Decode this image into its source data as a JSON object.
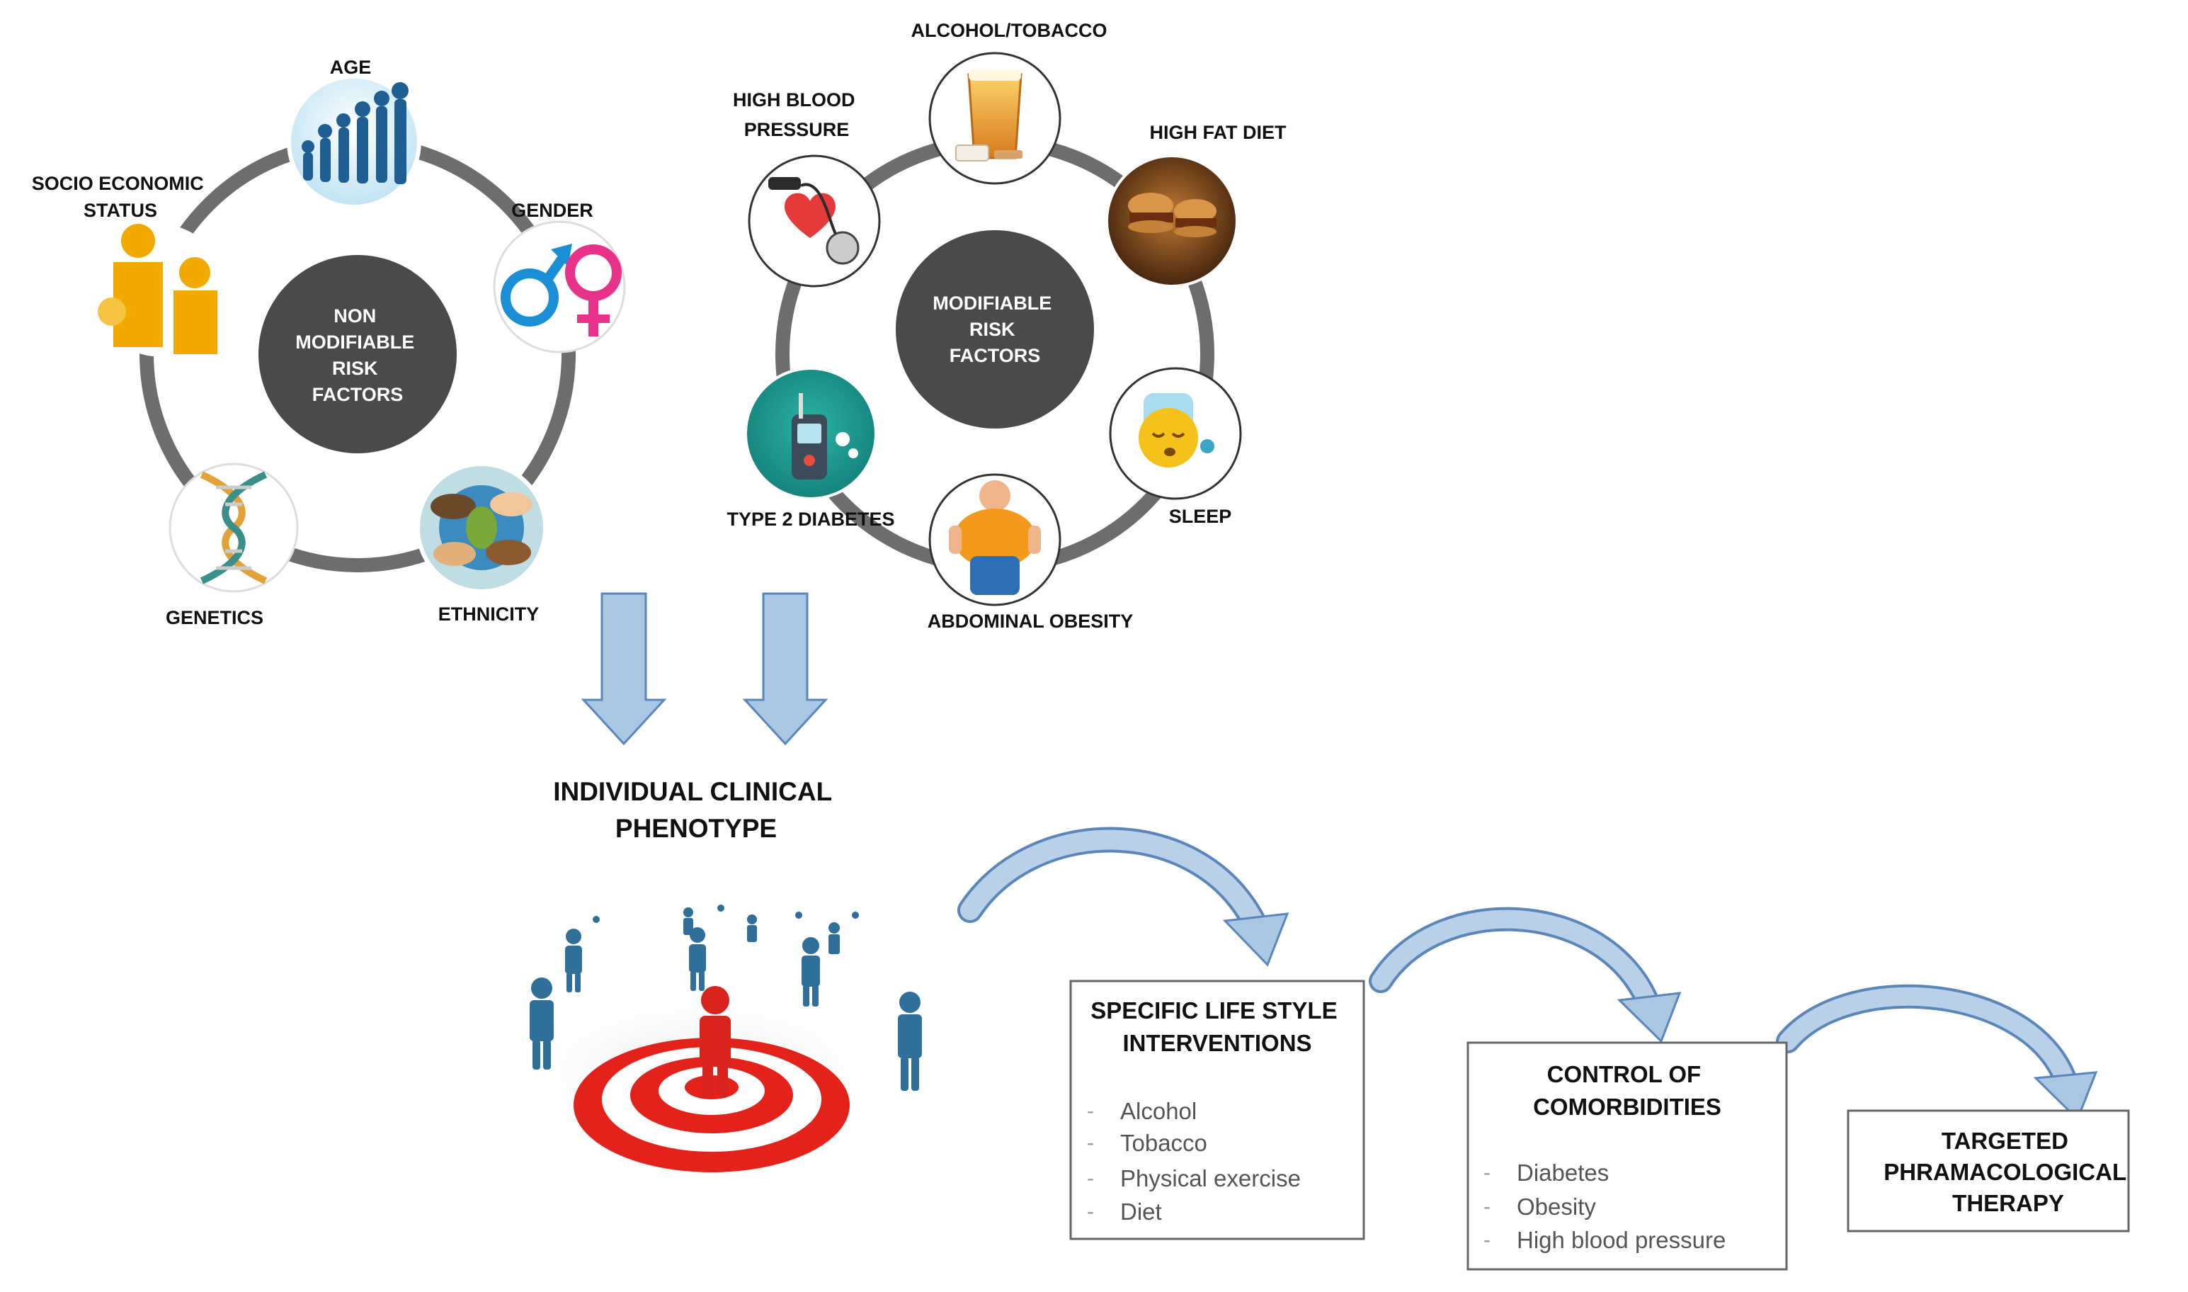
{
  "non_modifiable": {
    "hub": [
      "NON",
      "MODIFIABLE",
      "RISK",
      "FACTORS"
    ],
    "age": "AGE",
    "gender": "GENDER",
    "ethnicity": "ETHNICITY",
    "genetics": "GENETICS",
    "socio_line1": "SOCIO ECONOMIC",
    "socio_line2": "STATUS"
  },
  "modifiable": {
    "hub": [
      "MODIFIABLE",
      "RISK",
      "FACTORS"
    ],
    "alcohol_tobacco": "ALCOHOL/TOBACCO",
    "high_fat_diet": "HIGH FAT DIET",
    "sleep": "SLEEP",
    "abdominal_obesity": "ABDOMINAL OBESITY",
    "type2_diabetes": "TYPE 2 DIABETES",
    "hbp_line1": "HIGH BLOOD",
    "hbp_line2": "PRESSURE"
  },
  "phenotype": {
    "title_line1": "INDIVIDUAL CLINICAL",
    "title_line2": "PHENOTYPE"
  },
  "lifestyle_box": {
    "title_line1": "SPECIFIC LIFE STYLE",
    "title_line2": "INTERVENTIONS",
    "items": [
      "Alcohol",
      "Tobacco",
      "Physical exercise",
      "Diet"
    ]
  },
  "comorbidities_box": {
    "title_line1": "CONTROL OF",
    "title_line2": "COMORBIDITIES",
    "items": [
      "Diabetes",
      "Obesity",
      "High blood pressure"
    ]
  },
  "therapy_box": {
    "title_line1": "TARGETED",
    "title_line2": "PHRAMACOLOGICAL",
    "title_line3": "THERAPY"
  },
  "colors": {
    "ring": "#6d6d6d",
    "hub": "#4a4a4a",
    "arrow_fill": "#a9c6e3",
    "arrow_stroke": "#5b86b8",
    "target_red": "#e3231b",
    "figure_blue": "#2f6f9a"
  }
}
